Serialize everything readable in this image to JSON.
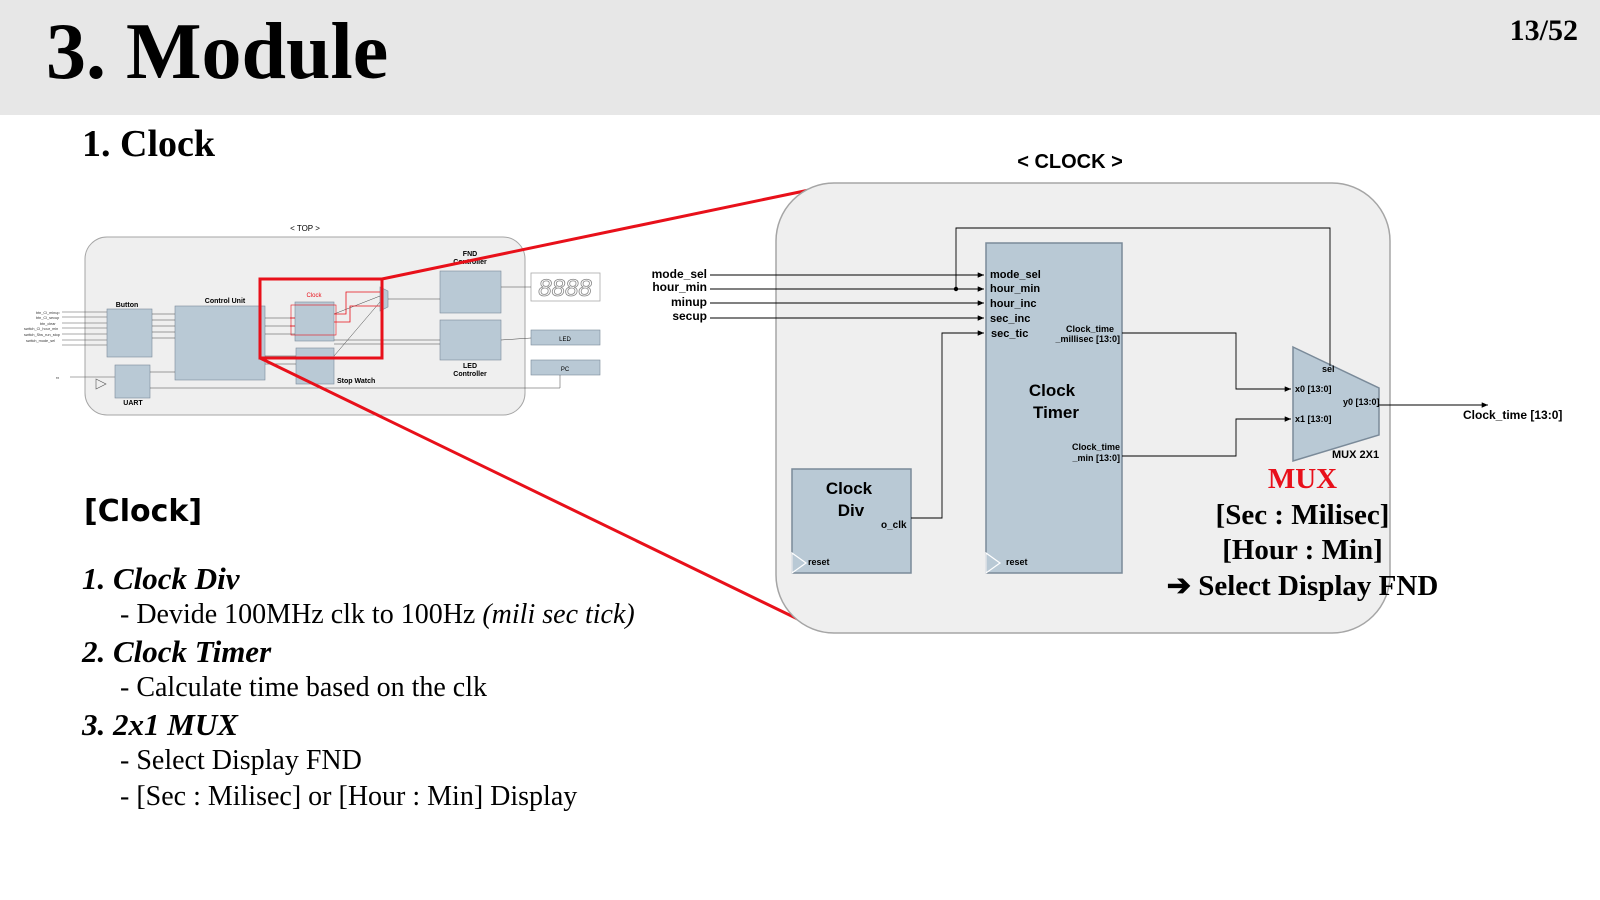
{
  "header": {
    "title": "3. Module",
    "page": "13/52"
  },
  "section_title": "1. Clock",
  "block_heading": "[Clock]",
  "descriptions": [
    {
      "title": "1. Clock Div",
      "details": [
        "- Devide 100MHz clk to 100Hz"
      ],
      "note": "(mili sec tick)"
    },
    {
      "title": "2. Clock Timer",
      "details": [
        "- Calculate time based on the clk"
      ]
    },
    {
      "title": "3. 2x1 MUX",
      "details": [
        "- Select Display FND",
        "- [Sec : Milisec] or [Hour : Min] Display"
      ]
    }
  ],
  "mux_note": {
    "title": "MUX",
    "lines": [
      "[Sec : Milisec]",
      "[Hour : Min]"
    ],
    "arrow_line": "➔ Select Display FND"
  },
  "top_diagram": {
    "title": "< TOP >",
    "blocks": {
      "button": "Button",
      "control_unit": "Control Unit",
      "clock": "Clock",
      "fnd_controller": "FND\nController",
      "led_controller": "LED\nController",
      "stop_watch": "Stop Watch",
      "uart": "UART",
      "led": "LED",
      "pc": "PC",
      "fnd_digits": "8888"
    }
  },
  "clock_diagram": {
    "title": "< CLOCK >",
    "inputs": [
      "mode_sel",
      "hour_min",
      "minup",
      "secup"
    ],
    "timer_ports_in": [
      "mode_sel",
      "hour_min",
      "hour_inc",
      "sec_inc",
      "sec_tic"
    ],
    "timer_label": "Clock\nTimer",
    "timer_out_millisec": "Clock_time\n_millisec [13:0]",
    "timer_out_min": "Clock_time\n_min [13:0]",
    "timer_reset": "reset",
    "div_label": "Clock\nDiv",
    "div_out": "o_clk",
    "div_reset": "reset",
    "mux_sel": "sel",
    "mux_x0": "x0 [13:0]",
    "mux_x1": "x1 [13:0]",
    "mux_y0": "y0 [13:0]",
    "mux_label": "MUX 2X1",
    "output": "Clock_time [13:0]"
  },
  "colors": {
    "header_bg": "#e7e7e7",
    "highlight": "#e8101a",
    "block_fill": "#b9c9d5",
    "panel_fill": "#efefef"
  }
}
